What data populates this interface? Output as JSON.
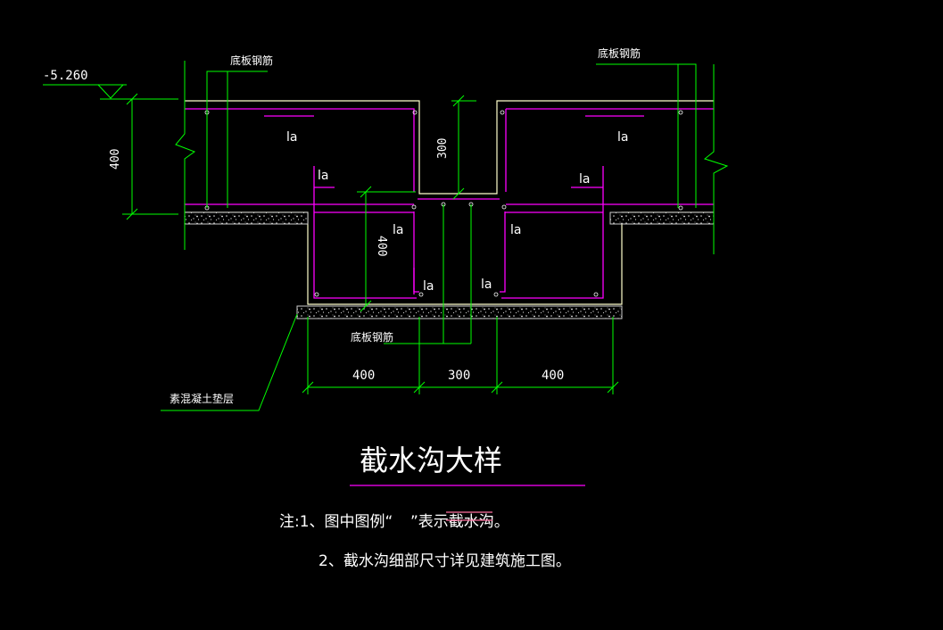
{
  "labels": {
    "elevation": "-5.260",
    "rebar_left": "底板钢筋",
    "rebar_right": "底板钢筋",
    "rebar_bottom": "底板钢筋",
    "cushion": "素混凝土垫层",
    "anchor": "la"
  },
  "dimensions": {
    "depth_left": "400",
    "depth_trench": "300",
    "depth_pit": "400",
    "width_left": "400",
    "width_mid": "300",
    "width_right": "400"
  },
  "title": "截水沟大样",
  "notes": {
    "note1_a": "注:1、图中图例“",
    "note1_b": "”表示截水沟。",
    "note2": "2、截水沟细部尺寸详见建筑施工图。"
  },
  "colors": {
    "background": "#000000",
    "concrete": "#ffffcc",
    "rebar": "#ff00ff",
    "leader": "#00ff00",
    "text": "#ffffff",
    "legend_line": "#ff6fa0"
  }
}
